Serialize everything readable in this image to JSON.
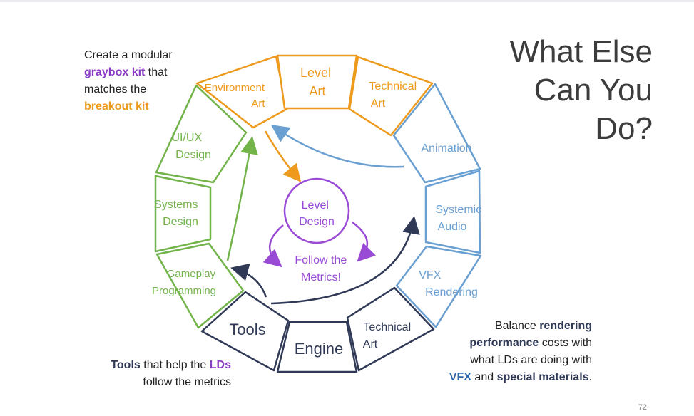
{
  "title": {
    "line1": "What Else",
    "line2": "Can You",
    "line3": "Do?"
  },
  "segments": {
    "environment_art": [
      "Environment",
      "Art"
    ],
    "level_art": [
      "Level",
      "Art"
    ],
    "technical_art_top": [
      "Technical",
      "Art"
    ],
    "animation": [
      "Animation"
    ],
    "systemic_audio": [
      "Systemic",
      "Audio"
    ],
    "vfx_rendering": [
      "VFX",
      "Rendering"
    ],
    "technical_art_bottom": [
      "Technical",
      "Art"
    ],
    "engine": [
      "Engine"
    ],
    "tools": [
      "Tools"
    ],
    "gameplay_programming": [
      "Gameplay",
      "Programming"
    ],
    "systems_design": [
      "Systems",
      "Design"
    ],
    "ui_ux_design": [
      "UI/UX",
      "Design"
    ]
  },
  "center": {
    "circle_lines": [
      "Level",
      "Design"
    ],
    "caption_lines": [
      "Follow the",
      "Metrics!"
    ]
  },
  "notes": {
    "top_left": {
      "p1": "Create a modular",
      "p2": "graybox kit",
      "p3": " that",
      "p4": "matches the",
      "p5": "breakout kit"
    },
    "bottom_left": {
      "p1": "Tools",
      "p2": " that help the ",
      "p3": "LDs",
      "p4": "follow the metrics"
    },
    "bottom_right": {
      "p1": "Balance ",
      "p2": "rendering",
      "p3": "performance",
      "p4": " costs with",
      "p5": "what LDs are doing with",
      "p6": "VFX",
      "p7": " and ",
      "p8": "special materials",
      "p9": "."
    }
  },
  "slide_number": "72",
  "colors": {
    "orange": "#ee9a1c",
    "blue": "#6a9fd1",
    "navy": "#303a56",
    "green": "#72b34a",
    "purple": "#9a4bd6"
  }
}
